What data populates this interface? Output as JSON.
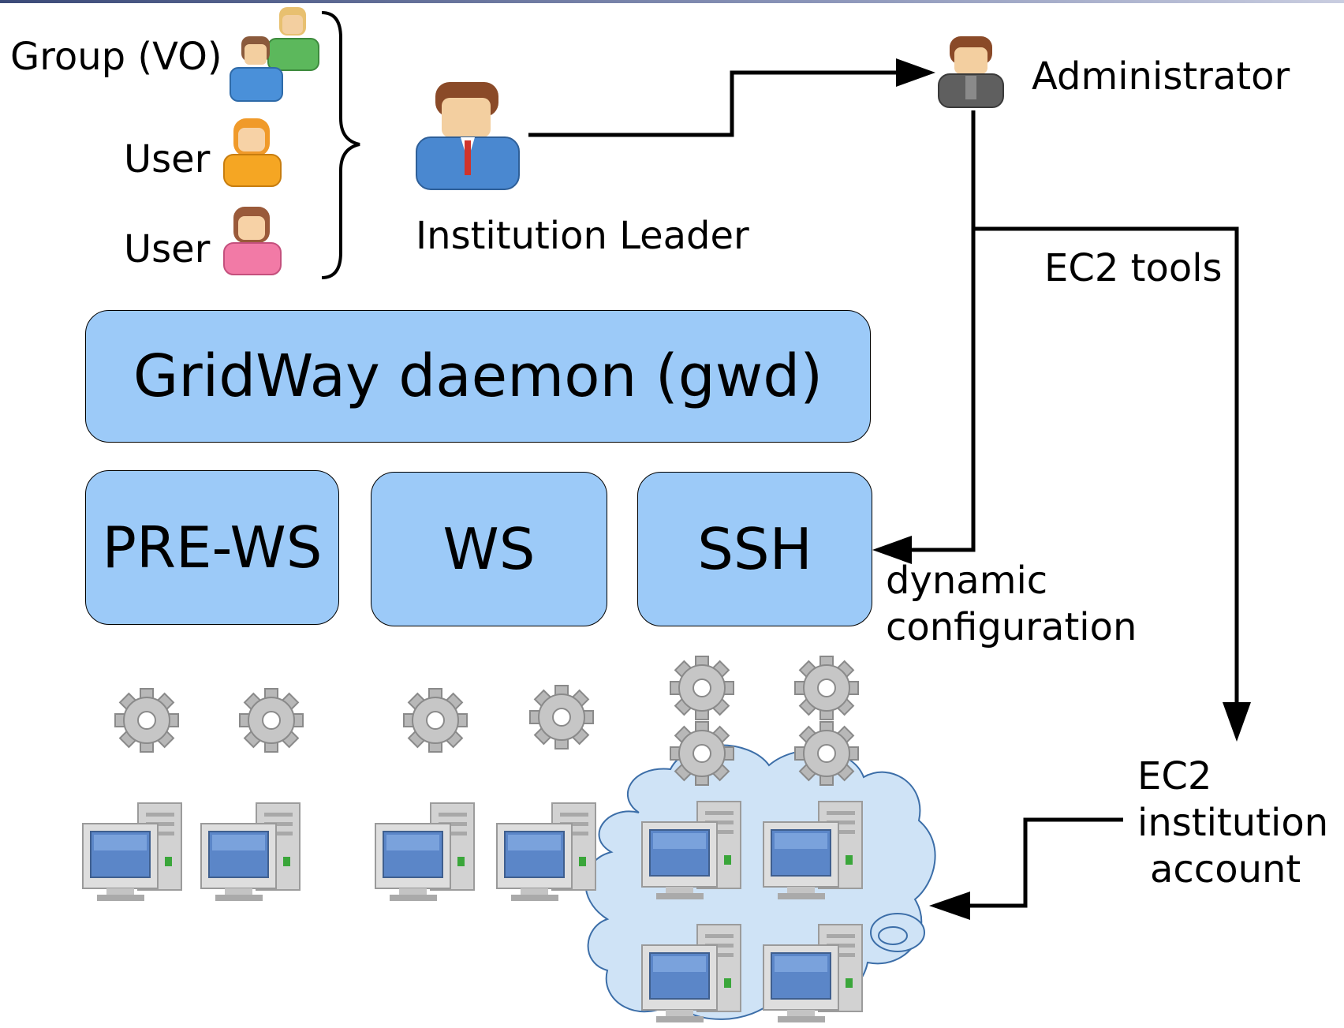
{
  "actors": {
    "group_label": "Group (VO)",
    "user1_label": "User",
    "user2_label": "User",
    "leader_label": "Institution Leader",
    "admin_label": "Administrator"
  },
  "connectors": {
    "ec2_tools_label": "EC2 tools",
    "dynamic_label_line1": "dynamic",
    "dynamic_label_line2": "configuration"
  },
  "ec2_account": {
    "line1": "EC2",
    "line2": "institution",
    "line3": "account"
  },
  "blocks": {
    "daemon": "GridWay daemon (gwd)",
    "mad_prews": "PRE-WS",
    "mad_ws": "WS",
    "mad_ssh": "SSH"
  },
  "colors": {
    "box_fill": "#9ccaf8",
    "cloud_fill": "#cfe3f6",
    "line": "#000000"
  },
  "icons": {
    "group": "group-icon",
    "user": "user-icon",
    "leader": "institution-leader-icon",
    "admin": "administrator-icon",
    "gear": "gear-icon",
    "computer": "computer-icon",
    "cloud": "cloud-icon"
  }
}
